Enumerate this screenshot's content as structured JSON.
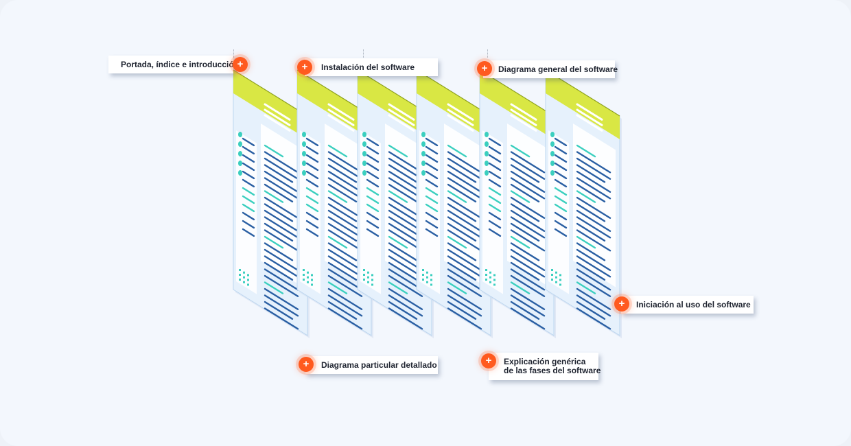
{
  "diagram": {
    "colors": {
      "background": "#f3f7fd",
      "hotspot": "#ff5a1f",
      "page_header": "#d8e63a",
      "page_body": "#e6f1fc",
      "text_line_dark": "#2a5fa3",
      "text_line_teal": "#3bcfbf"
    },
    "icons": {
      "hotspot": "plus-icon",
      "page": "document-page-illustration"
    },
    "callouts": [
      {
        "id": "portada",
        "label": "Portada, índice e introducción"
      },
      {
        "id": "instalacion",
        "label": "Instalación del software"
      },
      {
        "id": "diagrama-general",
        "label": "Diagrama general del software"
      },
      {
        "id": "iniciacion",
        "label": "Iniciación al uso del software"
      },
      {
        "id": "diagrama-particular",
        "label": "Diagrama particular detallado"
      },
      {
        "id": "explicacion",
        "label_lines": [
          "Explicación genérica",
          "de las fases del software"
        ]
      }
    ]
  }
}
